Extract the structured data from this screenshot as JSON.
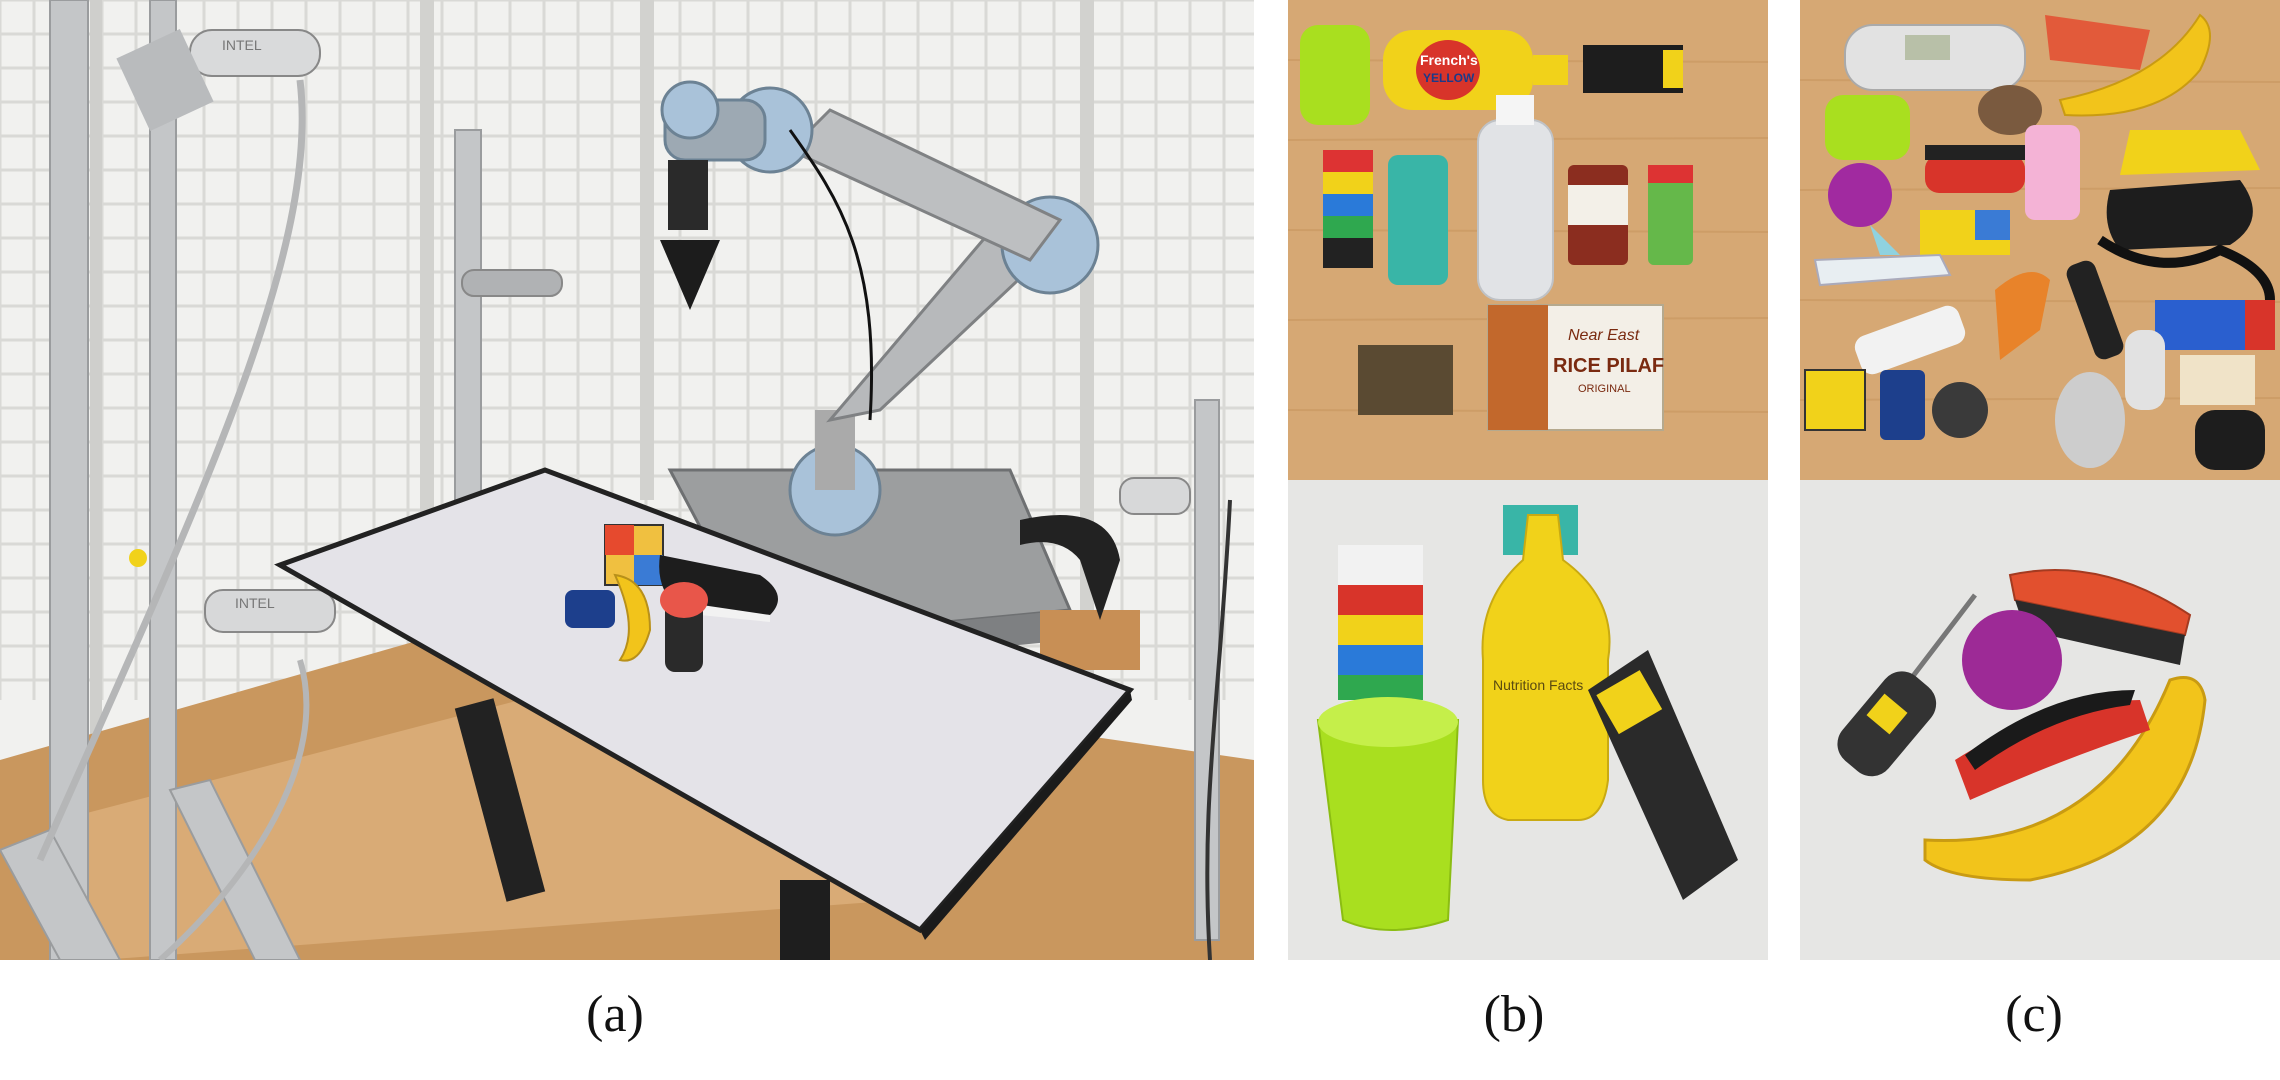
{
  "figure": {
    "captions": {
      "a": "(a)",
      "b": "(b)",
      "c": "(c)"
    }
  },
  "panel_a": {
    "camera_brand_1": "INTEL",
    "camera_brand_2": "INTEL"
  },
  "panel_b_top": {
    "mustard_brand": "French's",
    "mustard_word": "YELLOW",
    "rice_brand": "Near East",
    "rice_name": "RICE PILAF",
    "rice_sub": "ORIGINAL"
  },
  "panel_b_bottom": {
    "mustard_label": "Nutrition Facts"
  },
  "colors": {
    "wood": "#d6a874",
    "studio": "#e6e6e4",
    "banana": "#f2c41b",
    "lime": "#a9df1f",
    "mustard": "#f1d21a"
  }
}
